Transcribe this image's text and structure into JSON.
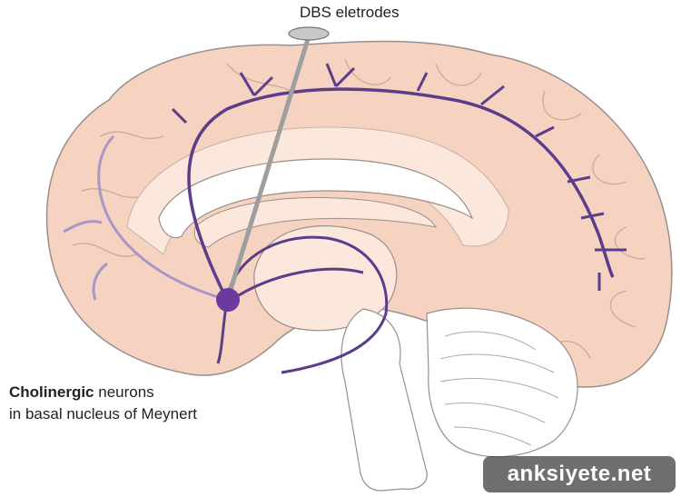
{
  "labels": {
    "electrodes": "DBS eletrodes",
    "neurons_bold": "Cholinergic",
    "neurons_rest": " neurons",
    "neurons_line2": "in basal nucleus of Meynert"
  },
  "watermark": "anksiyete.net",
  "colors": {
    "cortex": "#f6d3c1",
    "cortex_light": "#fbe7dc",
    "outline": "#9a8f8a",
    "white_matter": "#ffffff",
    "pathway": "#5b3d8a",
    "pathway_light": "#a896c7",
    "electrode": "#b9b9b9",
    "watermark_bg": "#555555"
  }
}
